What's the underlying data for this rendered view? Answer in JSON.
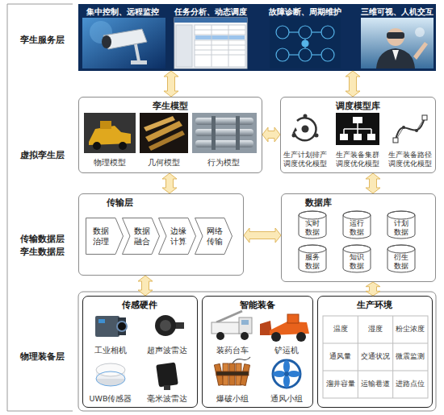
{
  "diagram": {
    "nodes": [
      {
        "text": [
          "集中控制、远程监控",
          "任务分析、动态调度",
          "故障诊断、周期维护",
          "三维可视、人机交互"
        ]
      },
      {
        "text": [
          "孪生模型"
        ]
      },
      {
        "text": [
          "调度模型库"
        ]
      },
      {
        "text": [
          "传输层"
        ]
      },
      {
        "text": [
          "数据治理"
        ],
        "in": 3
      },
      {
        "text": [
          "数据融合"
        ],
        "in": 3
      },
      {
        "text": [
          "边缘计算"
        ],
        "in": 3
      },
      {
        "text": [
          "网络传输"
        ],
        "in": 3
      },
      {
        "text": [
          "数据库"
        ]
      },
      {
        "text": [
          "实时 数据"
        ],
        "in": 8
      },
      {
        "text": [
          "运行 数据"
        ],
        "in": 8
      },
      {
        "text": [
          "计划 数据"
        ],
        "in": 8
      },
      {
        "text": [
          "服务 数据"
        ],
        "in": 8
      },
      {
        "text": [
          "知识 数据"
        ],
        "in": 8
      },
      {
        "text": [
          "衍生 数据"
        ],
        "in": 8
      },
      {
        "text": [
          "传感硬件"
        ]
      },
      {
        "text": [
          "智能装备"
        ]
      },
      {
        "text": [
          "生产环境"
        ]
      }
    ],
    "edges": [
      {
        "from": 0,
        "to": 1,
        "arrow": "both"
      },
      {
        "from": 0,
        "to": 2,
        "arrow": "both"
      },
      {
        "from": 1,
        "to": 2,
        "arrow": "both"
      },
      {
        "from": 1,
        "to": 3,
        "arrow": "both"
      },
      {
        "from": 2,
        "to": 8,
        "arrow": "both"
      },
      {
        "from": 3,
        "to": 8,
        "arrow": "both"
      },
      {
        "from": 3,
        "to": 15,
        "arrow": "both"
      },
      {
        "from": 8,
        "to": 17,
        "arrow": "both"
      }
    ],
    "labels": [
      "孪生服务层",
      "虚拟孪生层",
      "传输数据层",
      "孪生数据层",
      "物理装备层",
      "物理模型",
      "几何模型",
      "行为模型",
      "生产计划排产 调度优化模型",
      "生产装备集群 调度优化模型",
      "生产装备路径 调度优化模型",
      "工业相机",
      "超声波雷达",
      "UWB传感器",
      "毫米波雷达",
      "装药台车",
      "铲运机",
      "爆破小组",
      "通风小组",
      "温度",
      "湿度",
      "粉尘浓度",
      "通风量",
      "交通状况",
      "微震监测",
      "溜井容量",
      "运输巷道",
      "进路点位"
    ]
  }
}
